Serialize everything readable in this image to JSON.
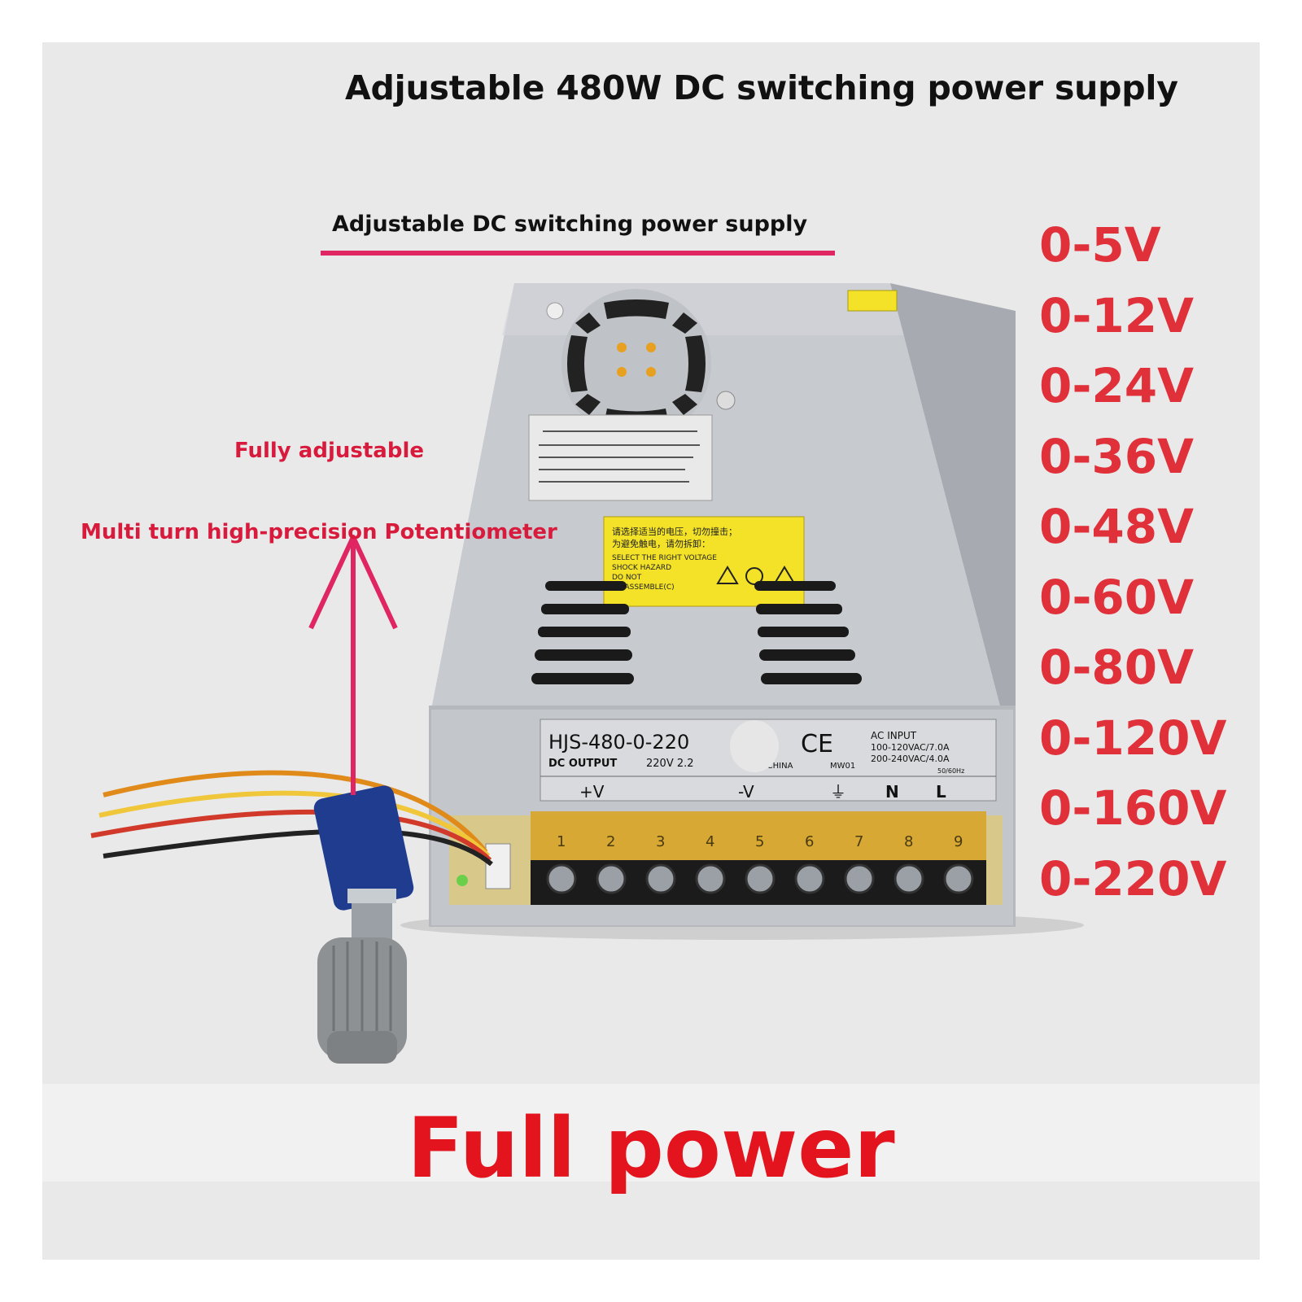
{
  "image": {
    "title": "Adjustable 480W DC switching power supply",
    "subtitle": "Adjustable DC switching power supply",
    "callouts": {
      "fully": "Fully adjustable",
      "multi_turn": "Multi turn high-precision Potentiometer"
    },
    "voltage_ranges": [
      "0-5V",
      "0-12V",
      "0-24V",
      "0-36V",
      "0-48V",
      "0-60V",
      "0-80V",
      "0-120V",
      "0-160V",
      "0-220V"
    ],
    "footer": "Full power",
    "label_plate": {
      "model": "HJS-480-0-220",
      "dc_output": "DC OUTPUT",
      "dc_voltage": "220V  2.2",
      "ce_mark": "CE",
      "ac_input": "AC INPUT",
      "ac_low": "100-120VAC/7.0A",
      "ac_high": "200-240VAC/4.0A",
      "freq": "50/60Hz",
      "origin": "N CHINA",
      "code": "MW01"
    },
    "terminal_labels": [
      "+V",
      "-V",
      "⏚",
      "N",
      "L"
    ],
    "terminal_numbers": [
      "1",
      "2",
      "3",
      "4",
      "5",
      "6",
      "7",
      "8",
      "9"
    ],
    "warning_text": [
      "SELECT THE RIGHT VOLTAGE",
      "SHOCK HAZARD",
      "DO NOT",
      "DISASSEMBLE(C)"
    ],
    "colors": {
      "voltage_red": "#e0303a",
      "footer_red": "#e3141e",
      "callout_red": "#d81b3c",
      "arrow_pink": "#e02563",
      "casing": "#c9ccd0",
      "terminal_amber": "#d7a52b",
      "warning_yellow": "#f3e227",
      "pot_blue": "#203c8e"
    }
  }
}
